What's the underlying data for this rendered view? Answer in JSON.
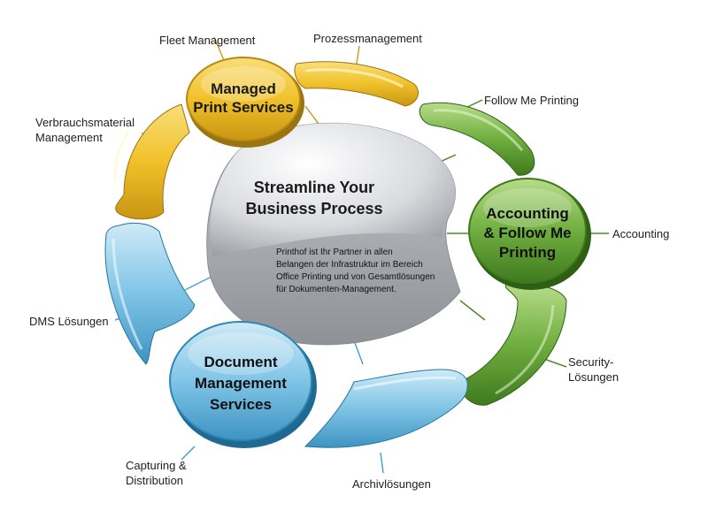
{
  "center": {
    "title_lines": [
      "Streamline Your",
      "Business Process"
    ],
    "body_lines": [
      "Printhof ist Ihr Partner in allen",
      "Belangen der Infrastruktur im Bereich",
      "Office Printing und von Gesamtlösungen",
      "für Dokumenten-Management."
    ]
  },
  "hubs": {
    "print": {
      "lines": [
        "Managed",
        "Print Services"
      ],
      "color": "#e8b41a"
    },
    "accounting": {
      "lines": [
        "Accounting",
        "& Follow Me",
        "Printing"
      ],
      "color": "#6fae3f"
    },
    "document": {
      "lines": [
        "Document",
        "Management",
        "Services"
      ],
      "color": "#5fb3dc"
    }
  },
  "labels": {
    "fleet": "Fleet Management",
    "prozess": "Prozessmanagement",
    "verbrauch_1": "Verbrauchsmaterial",
    "verbrauch_2": "Management",
    "follow": "Follow Me Printing",
    "accounting": "Accounting",
    "security_1": "Security-",
    "security_2": "Lösungen",
    "archiv": "Archivlösungen",
    "capturing_1": "Capturing &",
    "capturing_2": "Distribution",
    "dms": "DMS Lösungen"
  },
  "colors": {
    "yellow": "#f0c12a",
    "green": "#6fae3f",
    "blue": "#7fc4e6",
    "connector_yellow": "#c9a12a",
    "connector_green": "#4f8a2a",
    "connector_blue": "#4aa3cf"
  }
}
